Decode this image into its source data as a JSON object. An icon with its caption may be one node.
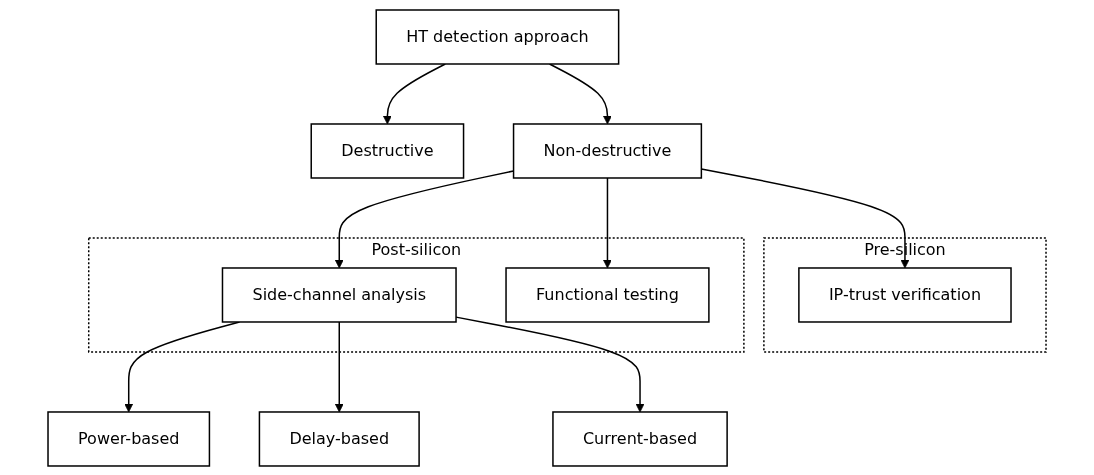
{
  "diagram": {
    "nodes": [
      {
        "text": [
          "HT detection approach"
        ]
      },
      {
        "text": [
          "Destructive"
        ]
      },
      {
        "text": [
          "Non-destructive"
        ]
      },
      {
        "text": [
          "Post-silicon"
        ]
      },
      {
        "text": [
          "Side-channel analysis"
        ],
        "in": 3
      },
      {
        "text": [
          "Functional testing"
        ],
        "in": 3
      },
      {
        "text": [
          "Pre-silicon"
        ]
      },
      {
        "text": [
          "IP-trust verification"
        ],
        "in": 6
      },
      {
        "text": [
          "Power-based"
        ]
      },
      {
        "text": [
          "Delay-based"
        ]
      },
      {
        "text": [
          "Current-based"
        ]
      }
    ],
    "edges": [
      {
        "from": 0,
        "to": 1,
        "arrow": "to"
      },
      {
        "from": 0,
        "to": 2,
        "arrow": "to"
      },
      {
        "from": 2,
        "to": 4,
        "arrow": "to"
      },
      {
        "from": 2,
        "to": 5,
        "arrow": "to"
      },
      {
        "from": 2,
        "to": 7,
        "arrow": "to"
      },
      {
        "from": 4,
        "to": 8,
        "arrow": "to"
      },
      {
        "from": 4,
        "to": 9,
        "arrow": "to"
      },
      {
        "from": 4,
        "to": 10,
        "arrow": "to"
      }
    ]
  }
}
